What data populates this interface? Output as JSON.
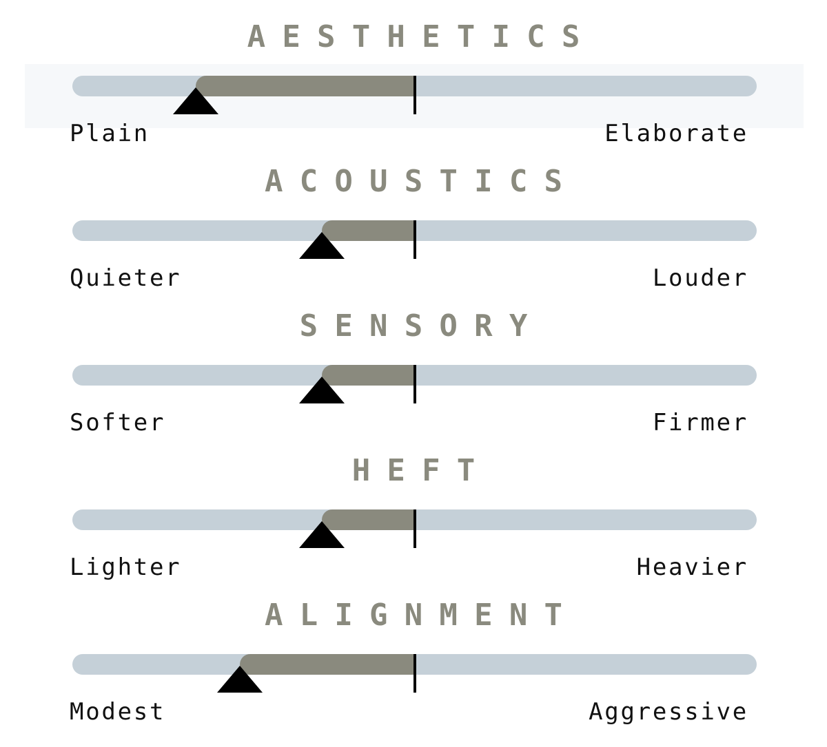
{
  "colors": {
    "title": "#8a8a7e",
    "track": "#c5d0d8",
    "fill": "#8a8a7e",
    "thumb": "#000000",
    "label": "#111111",
    "hover_band": "#f6f8fa"
  },
  "sliders": [
    {
      "title": "AESTHETICS",
      "left_label": "Plain",
      "right_label": "Elaborate",
      "value": 0.18,
      "hovered": true
    },
    {
      "title": "ACOUSTICS",
      "left_label": "Quieter",
      "right_label": "Louder",
      "value": 0.365,
      "hovered": false
    },
    {
      "title": "SENSORY",
      "left_label": "Softer",
      "right_label": "Firmer",
      "value": 0.365,
      "hovered": false
    },
    {
      "title": "HEFT",
      "left_label": "Lighter",
      "right_label": "Heavier",
      "value": 0.365,
      "hovered": false
    },
    {
      "title": "ALIGNMENT",
      "left_label": "Modest",
      "right_label": "Aggressive",
      "value": 0.245,
      "hovered": false
    }
  ]
}
